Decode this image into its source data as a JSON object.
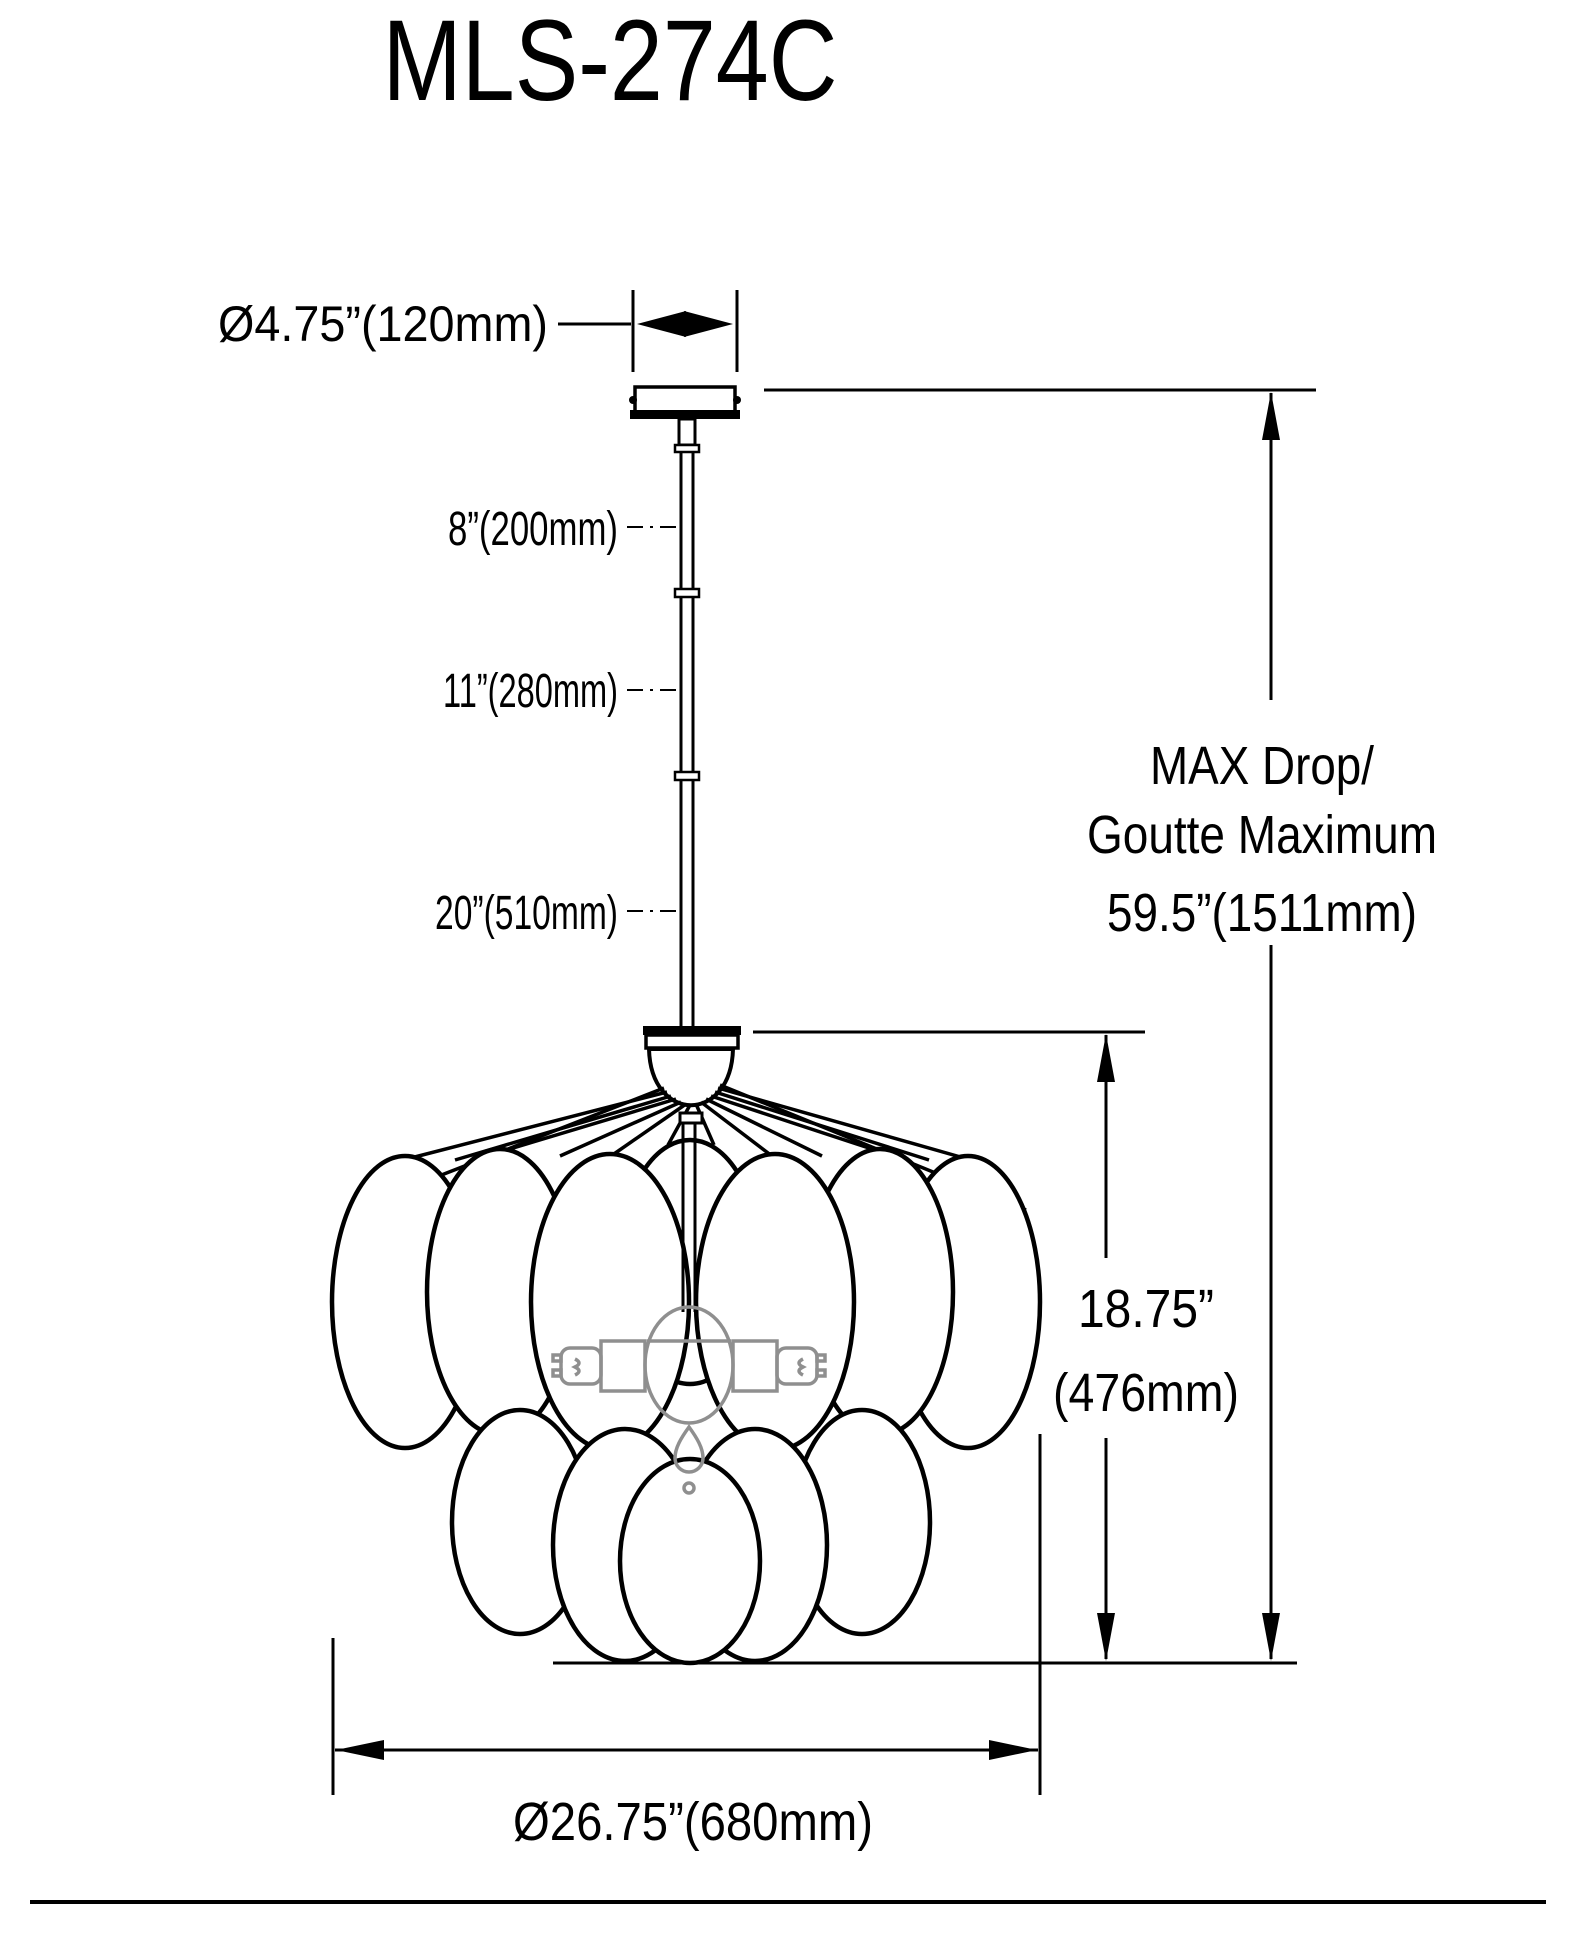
{
  "page": {
    "title": "MLS-274C"
  },
  "dims": {
    "canopy_diameter": "Ø4.75”(120mm)",
    "rod_segment_1": "8”(200mm)",
    "rod_segment_2": "11”(280mm)",
    "rod_segment_3": "20”(510mm)",
    "max_drop_line1": "MAX Drop/",
    "max_drop_line2": "Goutte Maximum",
    "max_drop_line3": "59.5”(1511mm)",
    "fixture_height_line1": "18.75”",
    "fixture_height_line2": "(476mm)",
    "fixture_diameter": "Ø26.75”(680mm)"
  },
  "colors": {
    "line": "#000000",
    "bulb_detail": "#8f8f8f",
    "background": "#ffffff"
  }
}
